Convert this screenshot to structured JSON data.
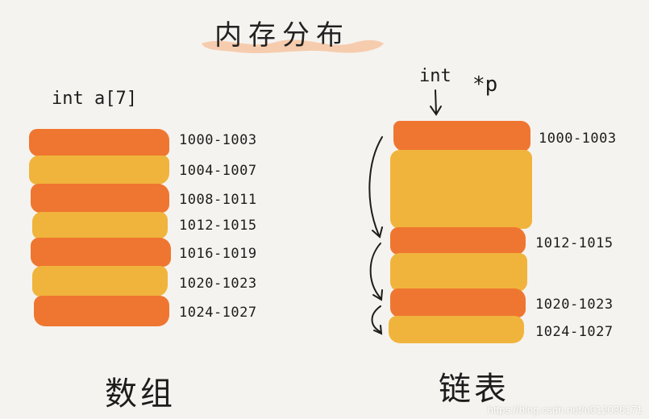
{
  "title": "内存分布",
  "colors": {
    "orange": "#ef7630",
    "yellow": "#f0b43c",
    "brush": "#f6c4a2",
    "background": "#f5f3ef"
  },
  "array": {
    "declaration": "int a[7]",
    "caption": "数组",
    "blocks": [
      {
        "color": "orange",
        "address": "1000-1003"
      },
      {
        "color": "yellow",
        "address": "1004-1007"
      },
      {
        "color": "orange",
        "address": "1008-1011"
      },
      {
        "color": "yellow",
        "address": "1012-1015"
      },
      {
        "color": "orange",
        "address": "1016-1019"
      },
      {
        "color": "yellow",
        "address": "1020-1023"
      },
      {
        "color": "orange",
        "address": "1024-1027"
      }
    ]
  },
  "linked_list": {
    "declaration_type": "int",
    "declaration_pointer": "*p",
    "caption": "链表",
    "blocks": [
      {
        "color": "orange",
        "address": "1000-1003"
      },
      {
        "color": "yellow",
        "address": ""
      },
      {
        "color": "orange",
        "address": "1012-1015"
      },
      {
        "color": "yellow",
        "address": ""
      },
      {
        "color": "orange",
        "address": "1020-1023"
      },
      {
        "color": "yellow",
        "address": "1024-1027"
      }
    ]
  },
  "watermark": "https://blog.csdn.net/u012036171"
}
